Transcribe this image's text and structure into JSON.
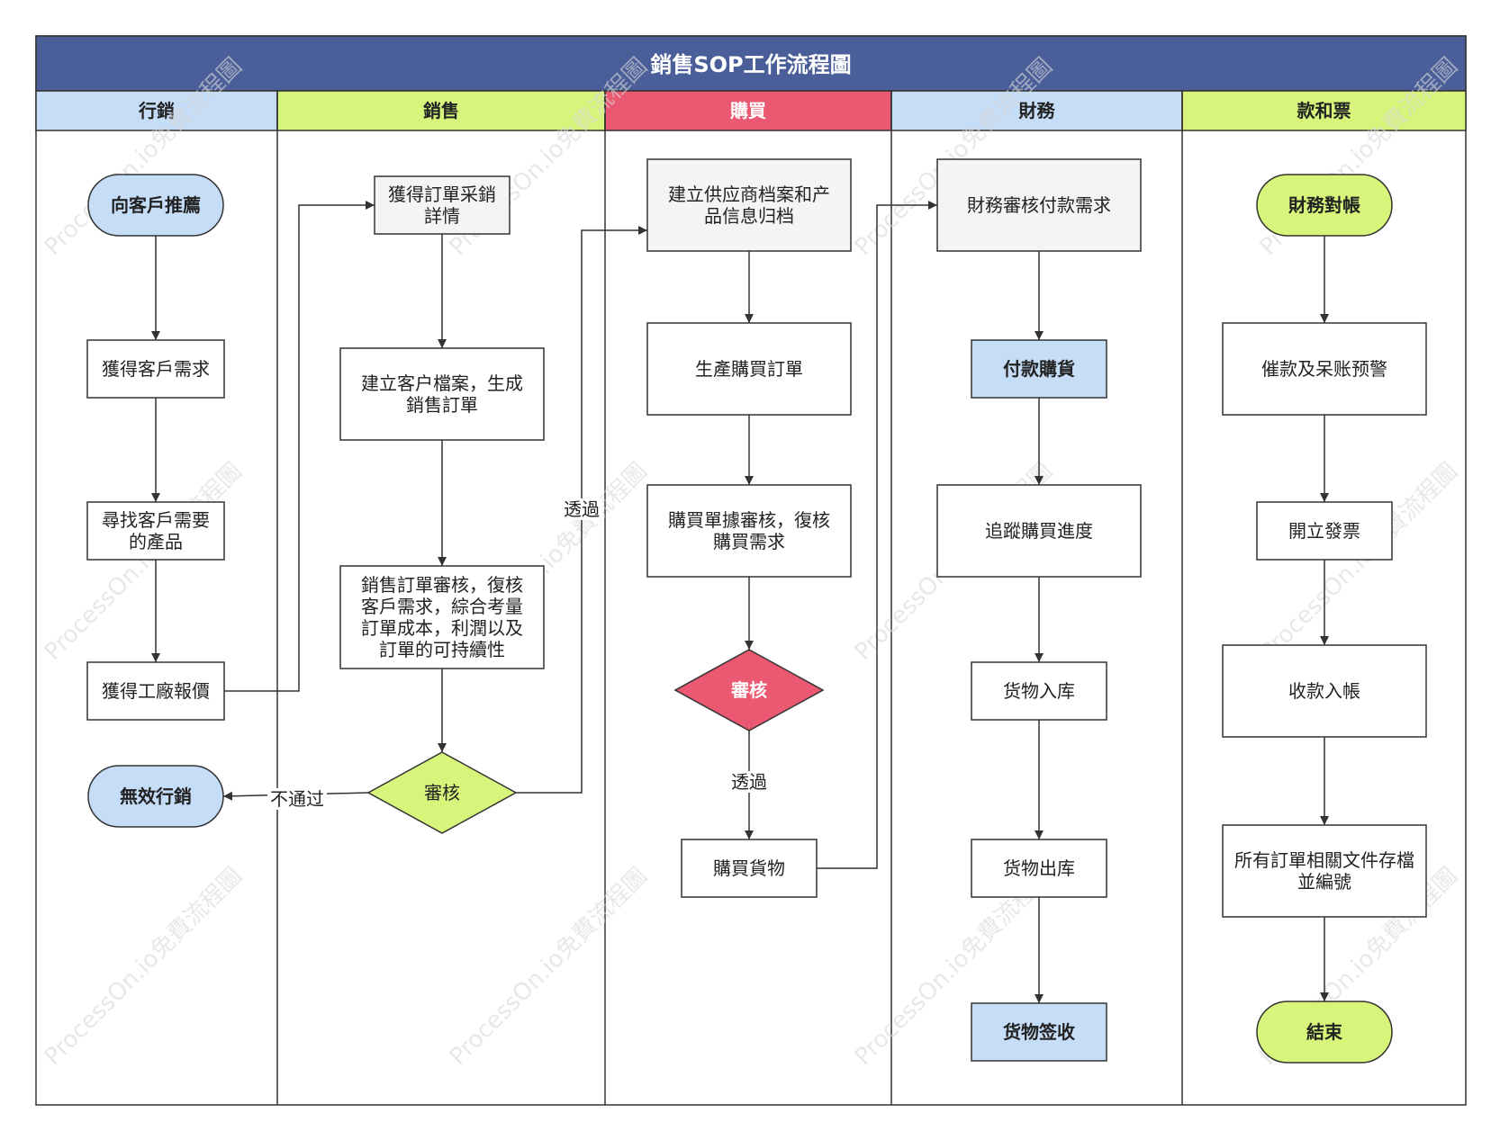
{
  "title": "銷售SOP工作流程圖",
  "watermark": "ProcessOn.io免費流程圖",
  "colors": {
    "header": "#4a5f99",
    "blue": "#c5ddf7",
    "green": "#d6f57a",
    "red": "#ea5872",
    "grey_box": "#f4f4f4",
    "white": "#ffffff",
    "line": "#333333"
  },
  "lanes": [
    {
      "label": "行銷",
      "color": "blue"
    },
    {
      "label": "銷售",
      "color": "green"
    },
    {
      "label": "購買",
      "color": "red"
    },
    {
      "label": "財務",
      "color": "blue"
    },
    {
      "label": "款和票",
      "color": "green"
    }
  ],
  "nodes": [
    {
      "id": "m1",
      "shape": "terminal",
      "fill": "blue",
      "bold": true,
      "lines": [
        "向客戶推薦"
      ]
    },
    {
      "id": "m2",
      "shape": "rect",
      "fill": "white",
      "lines": [
        "獲得客戶需求"
      ]
    },
    {
      "id": "m3",
      "shape": "rect",
      "fill": "white",
      "lines": [
        "尋找客戶需要",
        "的產品"
      ]
    },
    {
      "id": "m4",
      "shape": "rect",
      "fill": "white",
      "lines": [
        "獲得工廠報價"
      ]
    },
    {
      "id": "m5",
      "shape": "terminal",
      "fill": "blue",
      "bold": true,
      "lines": [
        "無效行銷"
      ]
    },
    {
      "id": "s1",
      "shape": "rect",
      "fill": "grey_box",
      "lines": [
        "獲得訂單采銷",
        "詳情"
      ]
    },
    {
      "id": "s2",
      "shape": "rect",
      "fill": "white",
      "lines": [
        "建立客户檔案，生成",
        "銷售訂單"
      ]
    },
    {
      "id": "s3",
      "shape": "rect",
      "fill": "white",
      "lines": [
        "銷售訂單審核，復核",
        "客戶需求，綜合考量",
        "訂單成本，利潤以及",
        "訂單的可持續性"
      ]
    },
    {
      "id": "s4",
      "shape": "diamond",
      "fill": "green",
      "lines": [
        "審核"
      ]
    },
    {
      "id": "p1",
      "shape": "rect",
      "fill": "grey_box",
      "lines": [
        "建立供应商档案和产",
        "品信息归档"
      ]
    },
    {
      "id": "p2",
      "shape": "rect",
      "fill": "white",
      "lines": [
        "生產購買訂單"
      ]
    },
    {
      "id": "p3",
      "shape": "rect",
      "fill": "white",
      "lines": [
        "購買單據審核，復核",
        "購買需求"
      ]
    },
    {
      "id": "p4",
      "shape": "diamond",
      "fill": "red",
      "bold": true,
      "light": true,
      "lines": [
        "審核"
      ]
    },
    {
      "id": "p5",
      "shape": "rect",
      "fill": "white",
      "lines": [
        "購買貨物"
      ]
    },
    {
      "id": "f1",
      "shape": "rect",
      "fill": "grey_box",
      "lines": [
        "財務審核付款需求"
      ]
    },
    {
      "id": "f2",
      "shape": "rect",
      "fill": "blue",
      "bold": true,
      "lines": [
        "付款購貨"
      ]
    },
    {
      "id": "f3",
      "shape": "rect",
      "fill": "white",
      "lines": [
        "追蹤購買進度"
      ]
    },
    {
      "id": "f4",
      "shape": "rect",
      "fill": "white",
      "lines": [
        "货物入库"
      ]
    },
    {
      "id": "f5",
      "shape": "rect",
      "fill": "white",
      "lines": [
        "货物出库"
      ]
    },
    {
      "id": "f6",
      "shape": "rect",
      "fill": "blue",
      "bold": true,
      "lines": [
        "货物签收"
      ]
    },
    {
      "id": "b1",
      "shape": "terminal",
      "fill": "green",
      "bold": true,
      "lines": [
        "財務對帳"
      ]
    },
    {
      "id": "b2",
      "shape": "rect",
      "fill": "white",
      "lines": [
        "催款及呆账预警"
      ]
    },
    {
      "id": "b3",
      "shape": "rect",
      "fill": "white",
      "lines": [
        "開立發票"
      ]
    },
    {
      "id": "b4",
      "shape": "rect",
      "fill": "white",
      "lines": [
        "收款入帳"
      ]
    },
    {
      "id": "b5",
      "shape": "rect",
      "fill": "white",
      "lines": [
        "所有訂單相關文件存檔",
        "並編號"
      ]
    },
    {
      "id": "b6",
      "shape": "terminal",
      "fill": "green",
      "bold": true,
      "lines": [
        "結束"
      ]
    }
  ],
  "edges": [
    {
      "from": "m1",
      "to": "m2"
    },
    {
      "from": "m2",
      "to": "m3"
    },
    {
      "from": "m3",
      "to": "m4"
    },
    {
      "from": "m4",
      "to": "s1"
    },
    {
      "from": "s1",
      "to": "s2"
    },
    {
      "from": "s2",
      "to": "s3"
    },
    {
      "from": "s3",
      "to": "s4"
    },
    {
      "from": "s4",
      "to": "m5",
      "label": "不通过"
    },
    {
      "from": "s4",
      "to": "p1",
      "label": "透過"
    },
    {
      "from": "p1",
      "to": "p2"
    },
    {
      "from": "p2",
      "to": "p3"
    },
    {
      "from": "p3",
      "to": "p4"
    },
    {
      "from": "p4",
      "to": "p5",
      "label": "透過"
    },
    {
      "from": "p5",
      "to": "f1"
    },
    {
      "from": "f1",
      "to": "f2"
    },
    {
      "from": "f2",
      "to": "f3"
    },
    {
      "from": "f3",
      "to": "f4"
    },
    {
      "from": "f4",
      "to": "f5"
    },
    {
      "from": "f5",
      "to": "f6"
    },
    {
      "from": "b1",
      "to": "b2"
    },
    {
      "from": "b2",
      "to": "b3"
    },
    {
      "from": "b3",
      "to": "b4"
    },
    {
      "from": "b4",
      "to": "b5"
    },
    {
      "from": "b5",
      "to": "b6"
    }
  ]
}
